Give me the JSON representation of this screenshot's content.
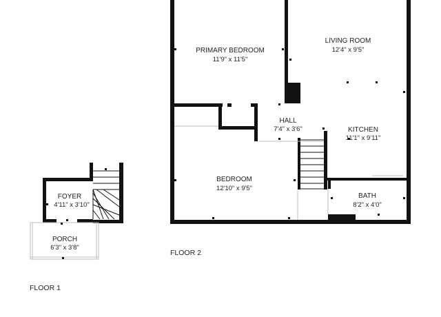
{
  "rooms": {
    "primary_bedroom": {
      "name": "PRIMARY BEDROOM",
      "dims": "11'9\" x 11'5\""
    },
    "living_room": {
      "name": "LIVING ROOM",
      "dims": "12'4\" x 9'5\""
    },
    "hall": {
      "name": "HALL",
      "dims": "7'4\" x 3'6\""
    },
    "kitchen": {
      "name": "KITCHEN",
      "dims": "11'1\" x 9'11\""
    },
    "bedroom": {
      "name": "BEDROOM",
      "dims": "12'10\" x 9'5\""
    },
    "bath": {
      "name": "BATH",
      "dims": "8'2\" x 4'0\""
    },
    "foyer": {
      "name": "FOYER",
      "dims": "4'11\" x 3'10\""
    },
    "porch": {
      "name": "PORCH",
      "dims": "6'3\" x 3'8\""
    }
  },
  "floors": {
    "floor1": "FLOOR 1",
    "floor2": "FLOOR 2"
  }
}
